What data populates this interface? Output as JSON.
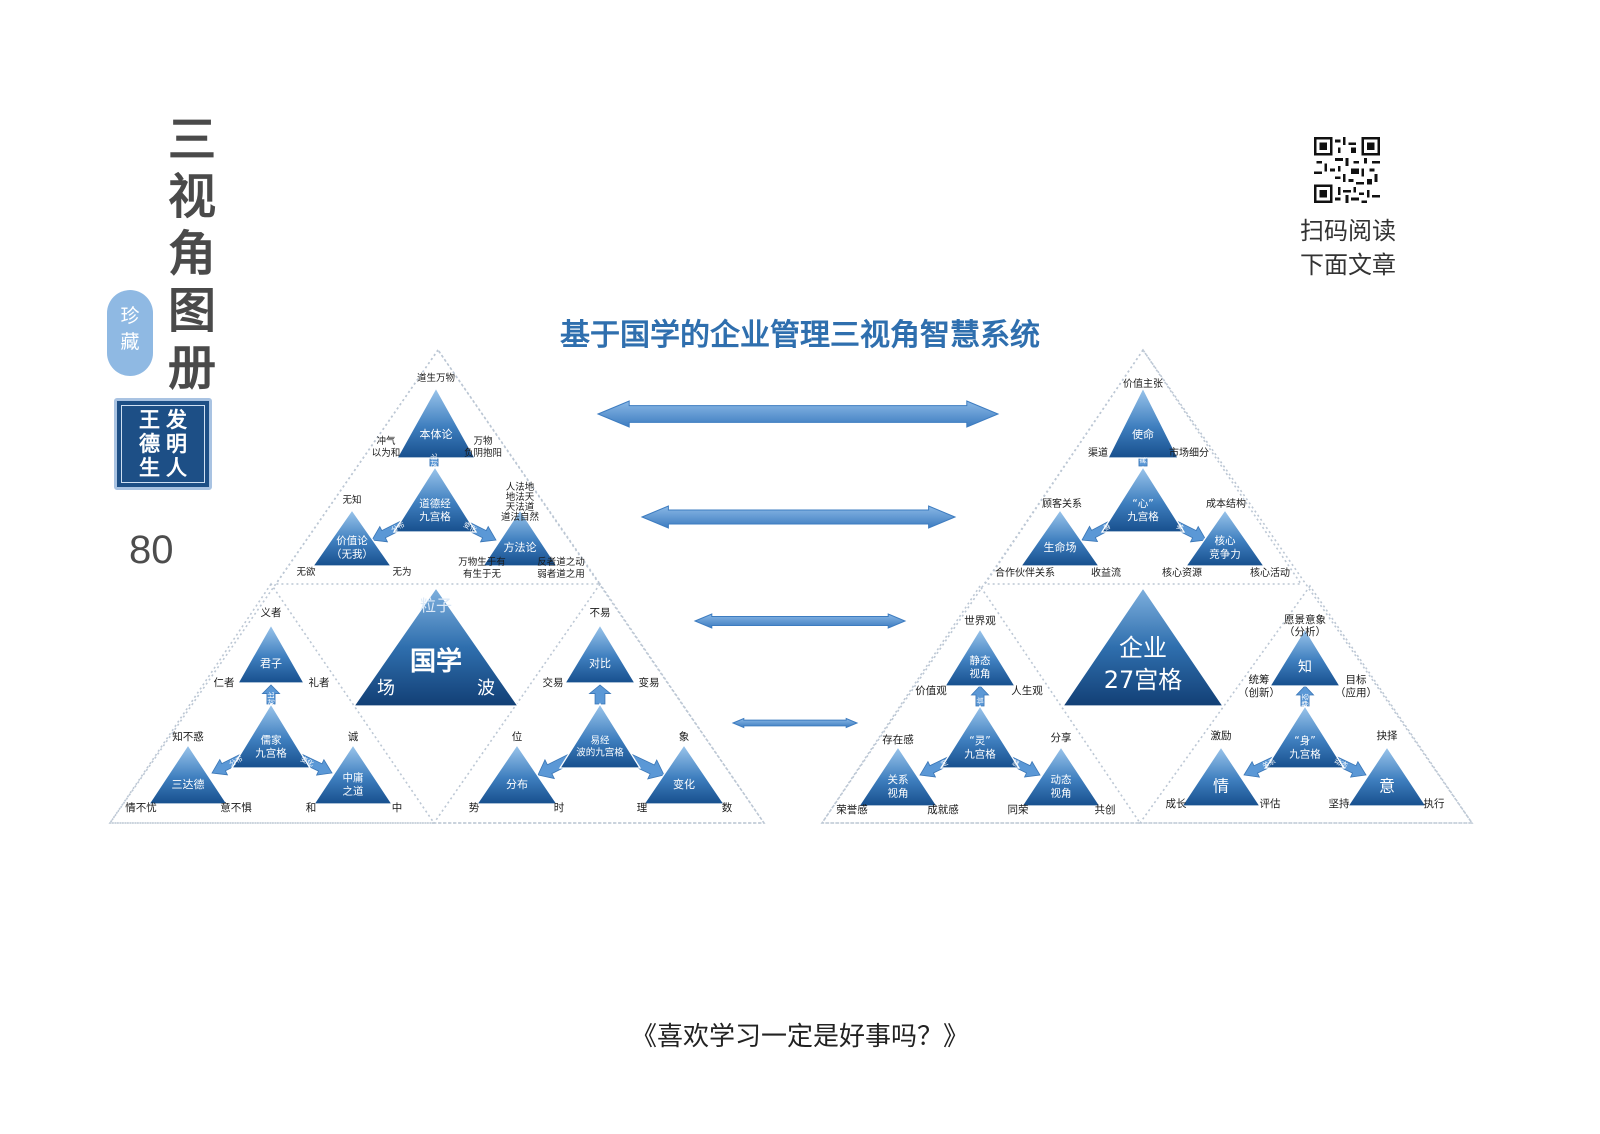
{
  "side": {
    "title_chars": [
      "三",
      "视",
      "角",
      "图",
      "册"
    ],
    "badge_chars": [
      "珍",
      "藏"
    ],
    "seal_cols": [
      [
        "发",
        "明",
        "人"
      ],
      [
        "王",
        "德",
        "生"
      ]
    ],
    "page_number": "80"
  },
  "qr": {
    "caption_lines": [
      "扫码阅读",
      "下面文章"
    ]
  },
  "title": "基于国学的企业管理三视角智慧系统",
  "footer": "《喜欢学习一定是好事吗？》",
  "colors": {
    "accent": "#2f6fae",
    "triangle_dark": "#1f5a96",
    "triangle_light": "#7fb0de",
    "arrow": "#4f8ed0"
  },
  "left_pyramid": {
    "center": {
      "top": "粒子",
      "main": "国学",
      "left": "场",
      "right": "波"
    },
    "top_group": {
      "apex": "本体论",
      "core": [
        "道德经",
        "九宫格"
      ],
      "left": [
        "价值论",
        "（无我）"
      ],
      "right": "方法论",
      "arrows": [
        "对比",
        "分布",
        "变化"
      ],
      "labels": [
        "道生万物",
        "冲气",
        "以为和",
        "万物",
        "负阴抱阳",
        "无知",
        "人法地",
        "地法天",
        "天法道",
        "道法自然",
        "无欲",
        "无为",
        "万物生于有",
        "有生于无",
        "反者道之动",
        "弱者道之用"
      ]
    },
    "left_group": {
      "apex": "君子",
      "core": [
        "儒家",
        "九宫格"
      ],
      "left": "三达德",
      "right": [
        "中庸",
        "之道"
      ],
      "arrows": [
        "对比",
        "分布",
        "变化"
      ],
      "labels": [
        "义者",
        "仁者",
        "礼者",
        "知不惑",
        "诚",
        "情不忧",
        "意不惧",
        "和",
        "中"
      ]
    },
    "right_group": {
      "apex": "对比",
      "core": [
        "易经",
        "波的九宫格"
      ],
      "left": "分布",
      "right": "变化",
      "labels": [
        "不易",
        "交易",
        "变易",
        "位",
        "象",
        "势",
        "时",
        "理",
        "数"
      ]
    }
  },
  "right_pyramid": {
    "center": [
      "企业",
      "27宫格"
    ],
    "top_group": {
      "apex": "使命",
      "core": [
        "“心”",
        "九宫格"
      ],
      "left": "生命场",
      "right": [
        "核心",
        "竞争力"
      ],
      "arrows": [
        "真",
        "善",
        "美"
      ],
      "labels": [
        "价值主张",
        "渠道",
        "市场细分",
        "顾客关系",
        "成本结构",
        "合作伙伴关系",
        "收益流",
        "核心资源",
        "核心活动"
      ]
    },
    "left_group": {
      "apex": [
        "静态",
        "视角"
      ],
      "core": [
        "“灵”",
        "九宫格"
      ],
      "left": [
        "关系",
        "视角"
      ],
      "right": [
        "动态",
        "视角"
      ],
      "arrows": [
        "信",
        "定",
        "慧"
      ],
      "labels": [
        "世界观",
        "价值观",
        "人生观",
        "存在感",
        "分享",
        "荣誉感",
        "成就感",
        "同荣",
        "共创"
      ]
    },
    "right_group": {
      "apex": "知",
      "core": [
        "“身”",
        "九宫格"
      ],
      "left": "情",
      "right": "意",
      "arrows": [
        "静态",
        "关系",
        "动态"
      ],
      "labels": [
        "愿景意象",
        "（分析）",
        "统筹",
        "（创新）",
        "目标",
        "（应用）",
        "激励",
        "抉择",
        "成长",
        "评估",
        "坚持",
        "执行"
      ]
    }
  }
}
